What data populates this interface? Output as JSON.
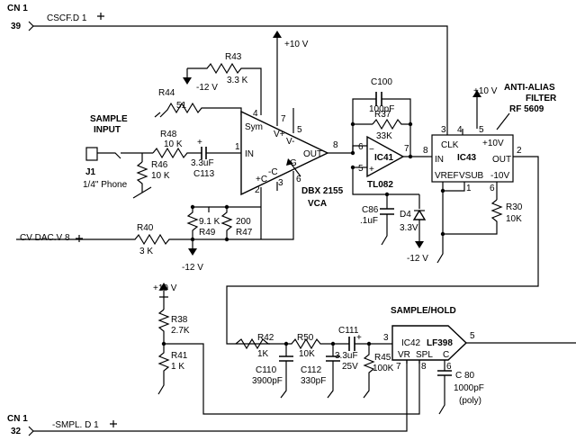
{
  "connectors": {
    "cn1_top": {
      "cn": "CN 1",
      "pin": "39",
      "signal": "CSCF.D  1"
    },
    "cn1_bottom": {
      "cn": "CN 1",
      "pin": "32",
      "signal": "-SMPL. D  1"
    }
  },
  "labels": {
    "sample_input": [
      "SAMPLE",
      "INPUT"
    ],
    "anti_alias": [
      "ANTI-ALIAS",
      "FILTER",
      "RF  5609"
    ],
    "sample_hold": "SAMPLE/HOLD",
    "cv_dac": "CV DAC.V  8",
    "vca": [
      "DBX  2155",
      "VCA"
    ],
    "jack": [
      "J1",
      "1/4\"  Phone"
    ]
  },
  "supplies": {
    "pos10": "+10 V",
    "neg12": "-12 V",
    "neg12b": "-12  V"
  },
  "resistors": {
    "r43": [
      "R43",
      "3.3 K"
    ],
    "r44": [
      "R44",
      "51"
    ],
    "r48": [
      "R48",
      "10 K"
    ],
    "r46": [
      "R46",
      "10 K"
    ],
    "r40": [
      "R40",
      "3 K"
    ],
    "r49": [
      "9.1 K",
      "R49"
    ],
    "r47": [
      "200",
      "R47"
    ],
    "r37": [
      "R37",
      "33K"
    ],
    "r30": [
      "R30",
      "10K"
    ],
    "r38": [
      "R38",
      "2.7K"
    ],
    "r41": [
      "R41",
      "1 K"
    ],
    "r42": [
      "R42",
      "1K"
    ],
    "r50": [
      "R50",
      "10K"
    ],
    "r45": [
      "R45",
      "100K"
    ]
  },
  "capacitors": {
    "c113": [
      "3.3uF",
      "C113"
    ],
    "c100": [
      "C100",
      "100pF"
    ],
    "c86": [
      "C86",
      ".1uF"
    ],
    "c111": [
      "C111",
      "3.3uF",
      "25V"
    ],
    "c110": [
      "C110",
      "3900pF"
    ],
    "c112": [
      "C112",
      "330pF"
    ],
    "c80": [
      "C 80",
      "1000pF",
      "(poly)"
    ]
  },
  "diodes": {
    "d4": [
      "D4",
      "3.3V"
    ]
  },
  "ics": {
    "vca": {
      "sym": "Sym",
      "vplus": "V+",
      "vminus": "V-",
      "in": "IN",
      "out": "OUT",
      "pc": "+C",
      "mc": "-C",
      "g": "G"
    },
    "ic41": {
      "name": "IC41",
      "part": "TL082"
    },
    "ic43": {
      "name": "IC43",
      "clk": "CLK",
      "vpos": "+10V",
      "in": "IN",
      "out": "OUT",
      "vref": "VREF",
      "vsub": "VSUB",
      "vneg": "-10V"
    },
    "ic42": {
      "name": "IC42",
      "part": "LF398",
      "vr": "VR",
      "spl": "SPL",
      "c": "C"
    }
  },
  "pins": {
    "vca": [
      "4",
      "7",
      "5",
      "1",
      "8",
      "6",
      "3",
      "2"
    ],
    "ic41": [
      "6",
      "5",
      "7"
    ],
    "ic43": [
      "3",
      "4",
      "5",
      "8",
      "2",
      "1",
      "6"
    ],
    "ic42": [
      "3",
      "5",
      "8",
      "7",
      "6"
    ]
  }
}
